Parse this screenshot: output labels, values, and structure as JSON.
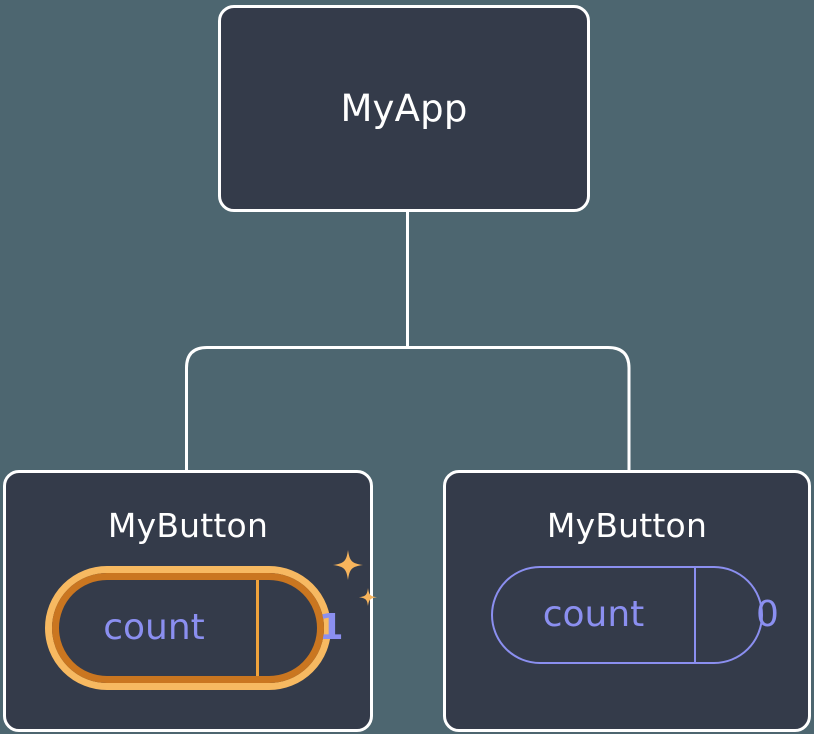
{
  "diagram": {
    "type": "component-tree",
    "background_color": "#4d6670",
    "node_fill": "#343b4a",
    "node_border": "#ffffff",
    "edge_color": "#ffffff",
    "accent_highlight": "#f7b961",
    "accent_highlight_dark": "#ca7620",
    "state_color": "#8b8ff0",
    "root": {
      "label": "MyApp"
    },
    "children": [
      {
        "label": "MyButton",
        "highlighted": true,
        "state": {
          "key": "count",
          "value": "1"
        },
        "sparkle_icons": [
          "sparkle-large",
          "sparkle-small"
        ]
      },
      {
        "label": "MyButton",
        "highlighted": false,
        "state": {
          "key": "count",
          "value": "0"
        }
      }
    ]
  }
}
